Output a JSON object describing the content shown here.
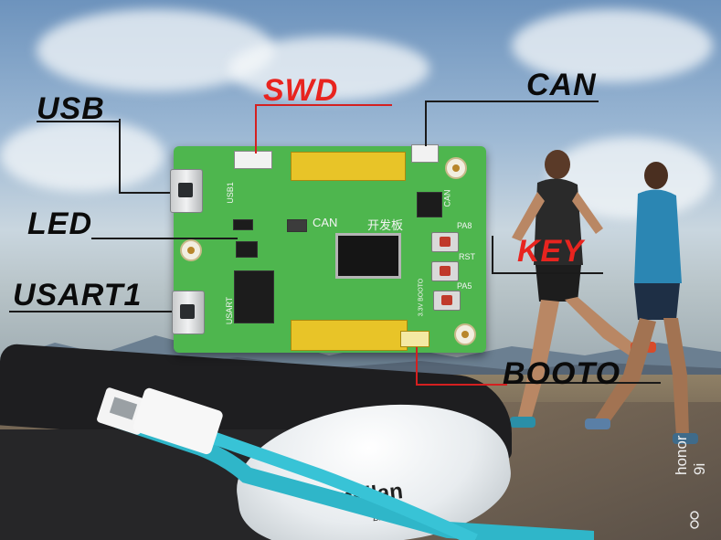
{
  "labels": {
    "usb": "USB",
    "led": "LED",
    "usart1": "USART1",
    "swd": "SWD",
    "can": "CAN",
    "key": "KEY",
    "booto": "BOOTO"
  },
  "silkscreen": {
    "usb1": "USB1",
    "usart": "USART",
    "can_left": "CAN",
    "dev_board": "开发板",
    "can_right": "CAN",
    "pa8": "PA8",
    "rst": "RST",
    "pa5": "PA5",
    "boot0": "3.3V BOOTO"
  },
  "product": {
    "brand": "meilan",
    "subtitle": "Bluetooth"
  },
  "watermark": {
    "brand": "honor 9i"
  },
  "colors": {
    "label_black": "#0b0b0b",
    "label_red": "#e8241f",
    "pcb_green": "#4eb64e",
    "header_yellow": "#e8c428",
    "cable_blue": "#2fb6c9"
  }
}
